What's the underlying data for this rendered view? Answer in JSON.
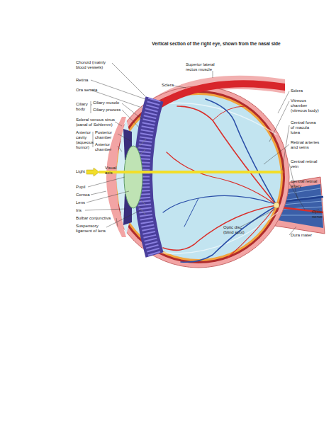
{
  "diagram": {
    "title": "Vertical section of the right eye, shown from the nasal side",
    "labels": [
      "Choroid (mainly blood vessels)",
      "Retina",
      "Ora serrata",
      "Ciliary body",
      "Ciliary muscle",
      "Ciliary process",
      "Scleral venous sinus (canal of Schlemm)",
      "Anterior cavity (aqueous humor)",
      "Posterior chamber",
      "Anterior chamber",
      "Light",
      "Visual axis",
      "Pupil",
      "Cornea",
      "Lens",
      "Iris",
      "Bulbar conjunctiva",
      "Suspensory ligament of lens",
      "Sclera",
      "Superior lateral rectus muscle",
      "Sclera",
      "Vitreous chamber (vitreous body)",
      "Central fovea of macula lutea",
      "Retinal arteries and veins",
      "Central retinal vein",
      "Central retinal artery",
      "Optic nerve",
      "Dura mater",
      "Optic disc (blind spot)"
    ]
  }
}
